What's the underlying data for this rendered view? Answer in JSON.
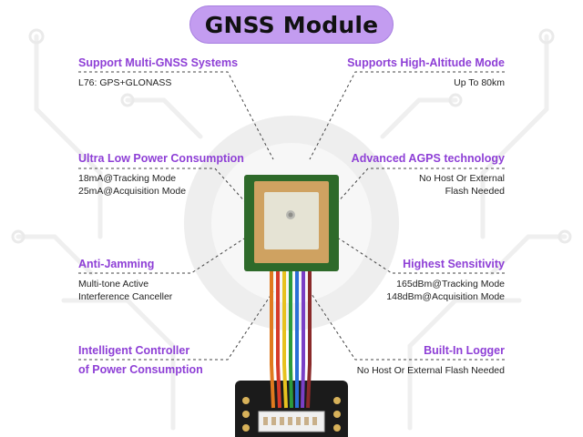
{
  "title": "GNSS Module",
  "colors": {
    "accent": "#8e3fd6",
    "pill": "#c39cf0"
  },
  "features": {
    "multi_gnss": {
      "heading": "Support Multi-GNSS Systems",
      "lines": [
        "L76: GPS+GLONASS"
      ]
    },
    "high_alt": {
      "heading": "Supports High-Altitude Mode",
      "lines": [
        "Up To 80km"
      ]
    },
    "low_power": {
      "heading": "Ultra Low Power Consumption",
      "lines": [
        "18mA@Tracking Mode",
        "25mA@Acquisition Mode"
      ]
    },
    "agps": {
      "heading": "Advanced AGPS technology",
      "lines": [
        "No Host Or External",
        "Flash Needed"
      ]
    },
    "anti_jam": {
      "heading": "Anti-Jamming",
      "lines": [
        "Multi-tone Active",
        "Interference Canceller"
      ]
    },
    "sensitivity": {
      "heading": "Highest Sensitivity",
      "lines": [
        "165dBm@Tracking Mode",
        "148dBm@Acquisition Mode"
      ]
    },
    "controller": {
      "heading_lines": [
        "Intelligent Controller",
        "of Power Consumption"
      ]
    },
    "logger": {
      "heading": "Built-In Logger",
      "lines": [
        "No Host Or External Flash Needed"
      ]
    }
  }
}
